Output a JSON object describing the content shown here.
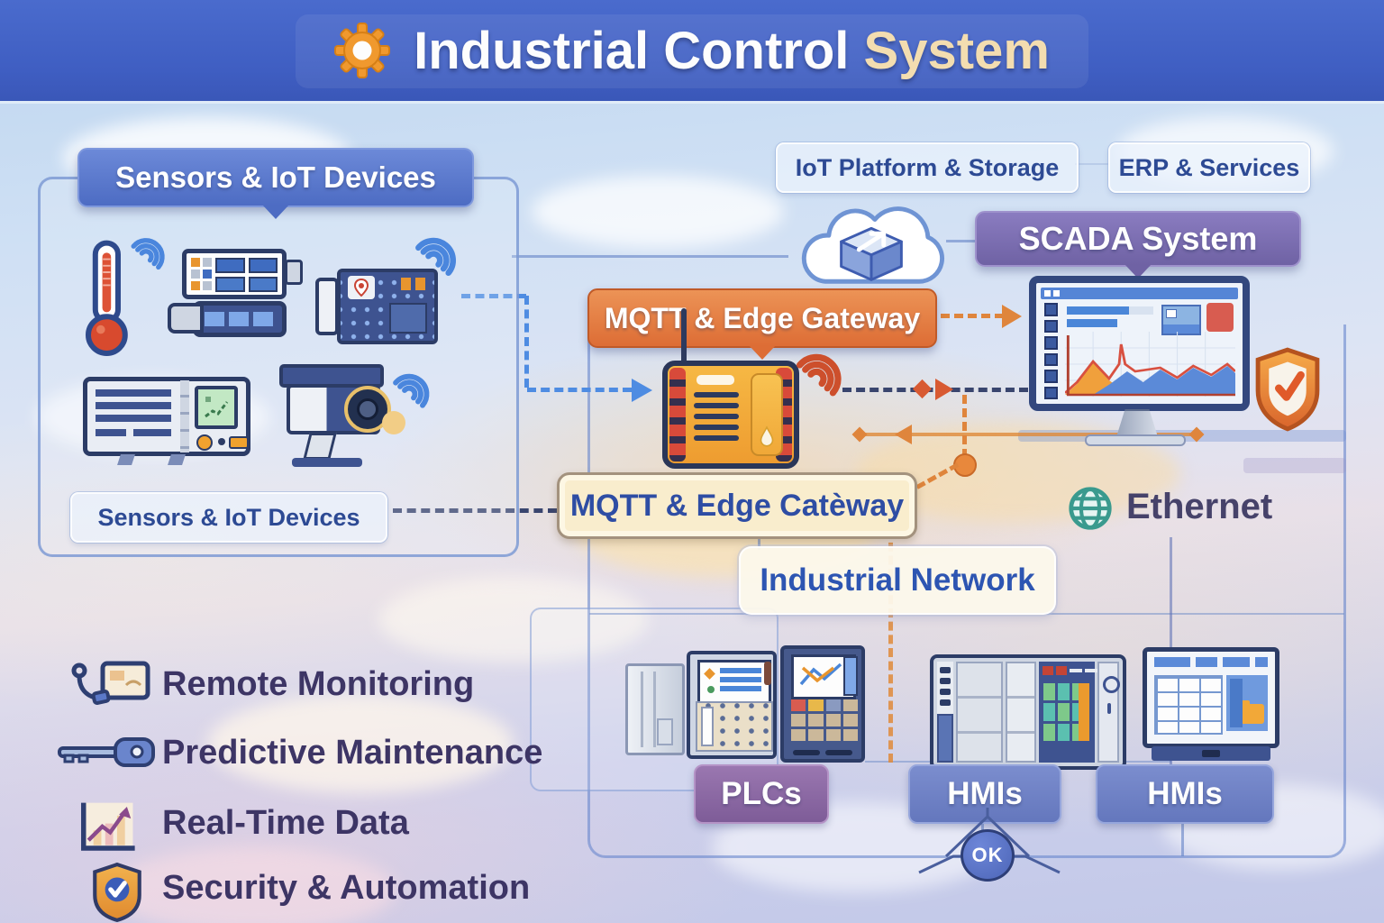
{
  "title": {
    "main": "Industrial Control",
    "accent": "System"
  },
  "sensors_panel": {
    "header": "Sensors & IoT Devices",
    "footer": "Sensors & IoT Devices"
  },
  "platform_labels": {
    "iot": "IoT Platform & Storage",
    "erp": "ERP & Services"
  },
  "scada": {
    "title": "SCADA System"
  },
  "gateway": {
    "banner": "MQTT & Edge Gateway",
    "caption": "MQTT & Edge Catèway"
  },
  "network": {
    "ethernet": "Ethernet",
    "industrial": "Industrial Network",
    "ok": "OK"
  },
  "racks": {
    "plcs": "PLCs",
    "hmis_left": "HMIs",
    "hmis_right": "HMIs"
  },
  "legend": {
    "items": [
      {
        "label": "Remote Monitoring",
        "icon": "remote-monitoring-icon"
      },
      {
        "label": "Predictive Maintenance",
        "icon": "predictive-maintenance-icon"
      },
      {
        "label": "Real-Time Data",
        "icon": "realtime-data-icon"
      },
      {
        "label": "Security & Automation",
        "icon": "security-automation-icon"
      }
    ]
  },
  "colors": {
    "header_blue": "#4163c6",
    "accent_cream": "#f3ddb0",
    "banner_orange": "#e07a3e",
    "banner_purple": "#7a6cab",
    "label_text_blue": "#2d4a94",
    "cream_label_bg": "#f9edcd",
    "plc_purple": "#8a68a4",
    "hmi_blue": "#6c80c8",
    "teal_globe": "#3a9a8e",
    "dash_blue": "#4e8ce2",
    "dash_navy": "#39456e",
    "dash_orange": "#df853c"
  }
}
